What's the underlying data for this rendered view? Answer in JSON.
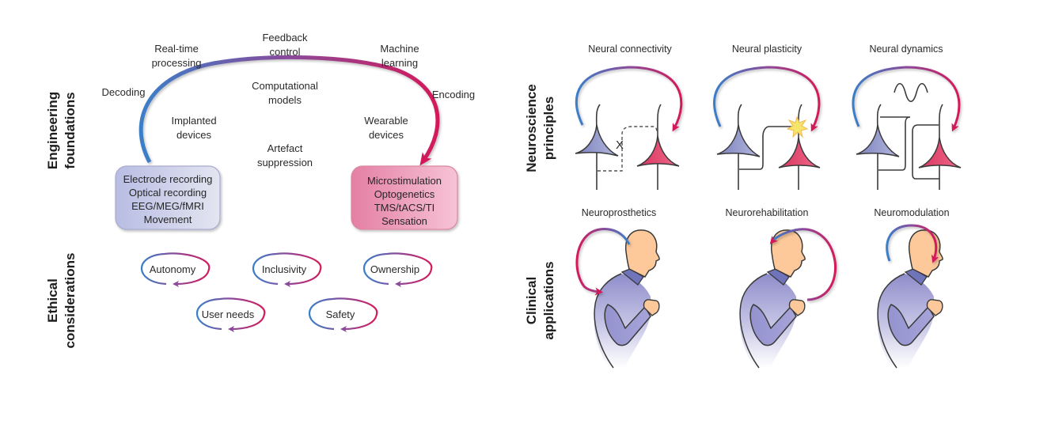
{
  "left_panel": {
    "sections": {
      "engineering": [
        "Engineering",
        "foundations"
      ],
      "ethical": [
        "Ethical",
        "considerations"
      ]
    },
    "loop_labels": {
      "decoding": "Decoding",
      "encoding": "Encoding",
      "realtime": [
        "Real-time",
        "processing"
      ],
      "feedback": [
        "Feedback",
        "control"
      ],
      "machine_learning": [
        "Machine",
        "learning"
      ],
      "computational_models": [
        "Computational",
        "models"
      ],
      "implanted_devices": [
        "Implanted",
        "devices"
      ],
      "wearable_devices": [
        "Wearable",
        "devices"
      ],
      "artefact_suppression": [
        "Artefact",
        "suppression"
      ]
    },
    "recording_box": [
      "Electrode recording",
      "Optical recording",
      "EEG/MEG/fMRI",
      "Movement"
    ],
    "stimulation_box": [
      "Microstimulation",
      "Optogenetics",
      "TMS/tACS/TI",
      "Sensation"
    ],
    "ethics": [
      "Autonomy",
      "Inclusivity",
      "Ownership",
      "User needs",
      "Safety"
    ]
  },
  "right_panel": {
    "sections": {
      "neuroscience": [
        "Neuroscience",
        "principles"
      ],
      "clinical": [
        "Clinical",
        "applications"
      ]
    },
    "principles": [
      "Neural connectivity",
      "Neural plasticity",
      "Neural dynamics"
    ],
    "applications": [
      "Neuroprosthetics",
      "Neurorehabilitation",
      "Neuromodulation"
    ]
  },
  "colors": {
    "decode_blue": "#3a7fc8",
    "encode_red": "#d4195a",
    "mid_purple": "#8a4a9a",
    "recording_box_fill": "#c2c6e6",
    "stimulation_box_fill": "#e88aac",
    "neuron_blue": "#8a90c4",
    "neuron_red": "#e0456e",
    "skin": "#fdc99a",
    "shirt": "#9c9ad0",
    "collar": "#6f74bb",
    "spark": "#f6e05a"
  }
}
